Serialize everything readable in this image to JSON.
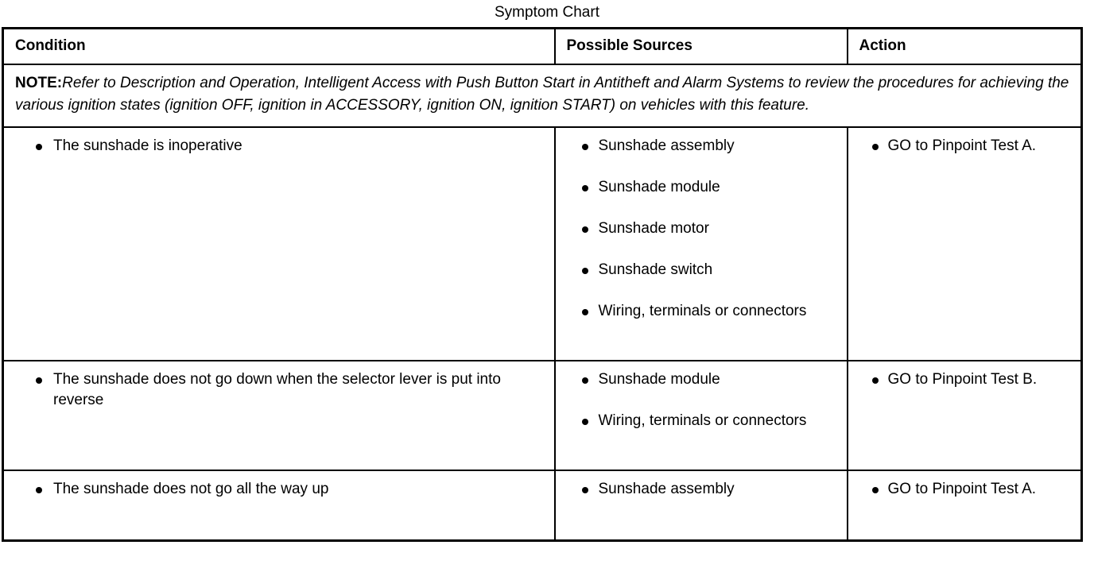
{
  "document": {
    "title": "Symptom Chart"
  },
  "table": {
    "headers": {
      "condition": "Condition",
      "possible_sources": "Possible Sources",
      "action": "Action"
    },
    "note": {
      "label": "NOTE:",
      "text": "Refer to Description and Operation, Intelligent Access  with Push Button Start in Antitheft and Alarm Systems to review the  procedures for achieving the various ignition states (ignition OFF, ignition in ACCESSORY, ignition ON, ignition START) on vehicles with this feature."
    },
    "rows": [
      {
        "conditions": [
          "The sunshade is inoperative"
        ],
        "sources": [
          "Sunshade assembly",
          "Sunshade module",
          "Sunshade motor",
          "Sunshade switch",
          "Wiring, terminals or connectors"
        ],
        "actions": [
          "GO to Pinpoint Test A."
        ]
      },
      {
        "conditions": [
          "The sunshade does not go down when the selector lever is put into reverse"
        ],
        "sources": [
          "Sunshade module",
          "Wiring, terminals or connectors"
        ],
        "actions": [
          "GO to Pinpoint Test B."
        ]
      },
      {
        "conditions": [
          "The sunshade does not go all the way up"
        ],
        "sources": [
          "Sunshade assembly"
        ],
        "actions": [
          "GO to Pinpoint Test A."
        ]
      }
    ]
  },
  "colors": {
    "text": "#000000",
    "background": "#ffffff",
    "border": "#000000"
  }
}
